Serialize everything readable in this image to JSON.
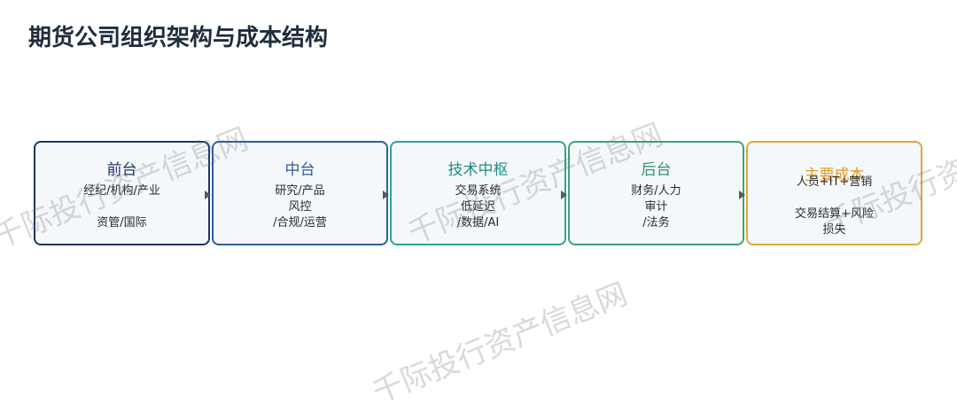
{
  "title": "期货公司组织架构与成本结构",
  "boxes": [
    {
      "heading": "前台",
      "lines": [
        "经纪/机构/产业",
        "",
        "资管/国际"
      ],
      "color": "#1e3566",
      "head_color": "#1e3566"
    },
    {
      "heading": "中台",
      "lines": [
        "研究/产品",
        "风控",
        "/合规/运营"
      ],
      "color": "#2f5d99",
      "head_color": "#2f5d99"
    },
    {
      "heading": "技术中枢",
      "lines": [
        "交易系统",
        "低延迟",
        "/数据/AI"
      ],
      "color": "#2ea39a",
      "head_color": "#1f8c84"
    },
    {
      "heading": "后台",
      "lines": [
        "财务/人力",
        "审计",
        "/法务"
      ],
      "color": "#3fa273",
      "head_color": "#2f9466"
    },
    {
      "heading": "主要成本",
      "lines": [
        "人员+IT+营销",
        "",
        "交易结算+风险",
        "损失"
      ],
      "color": "#e1a63a",
      "head_color": "#dd9a1f"
    }
  ],
  "watermarks": [
    "千际投行资产信息网",
    "千际投行资产信息网",
    "千际投行资产信息网",
    "千际投行资"
  ]
}
